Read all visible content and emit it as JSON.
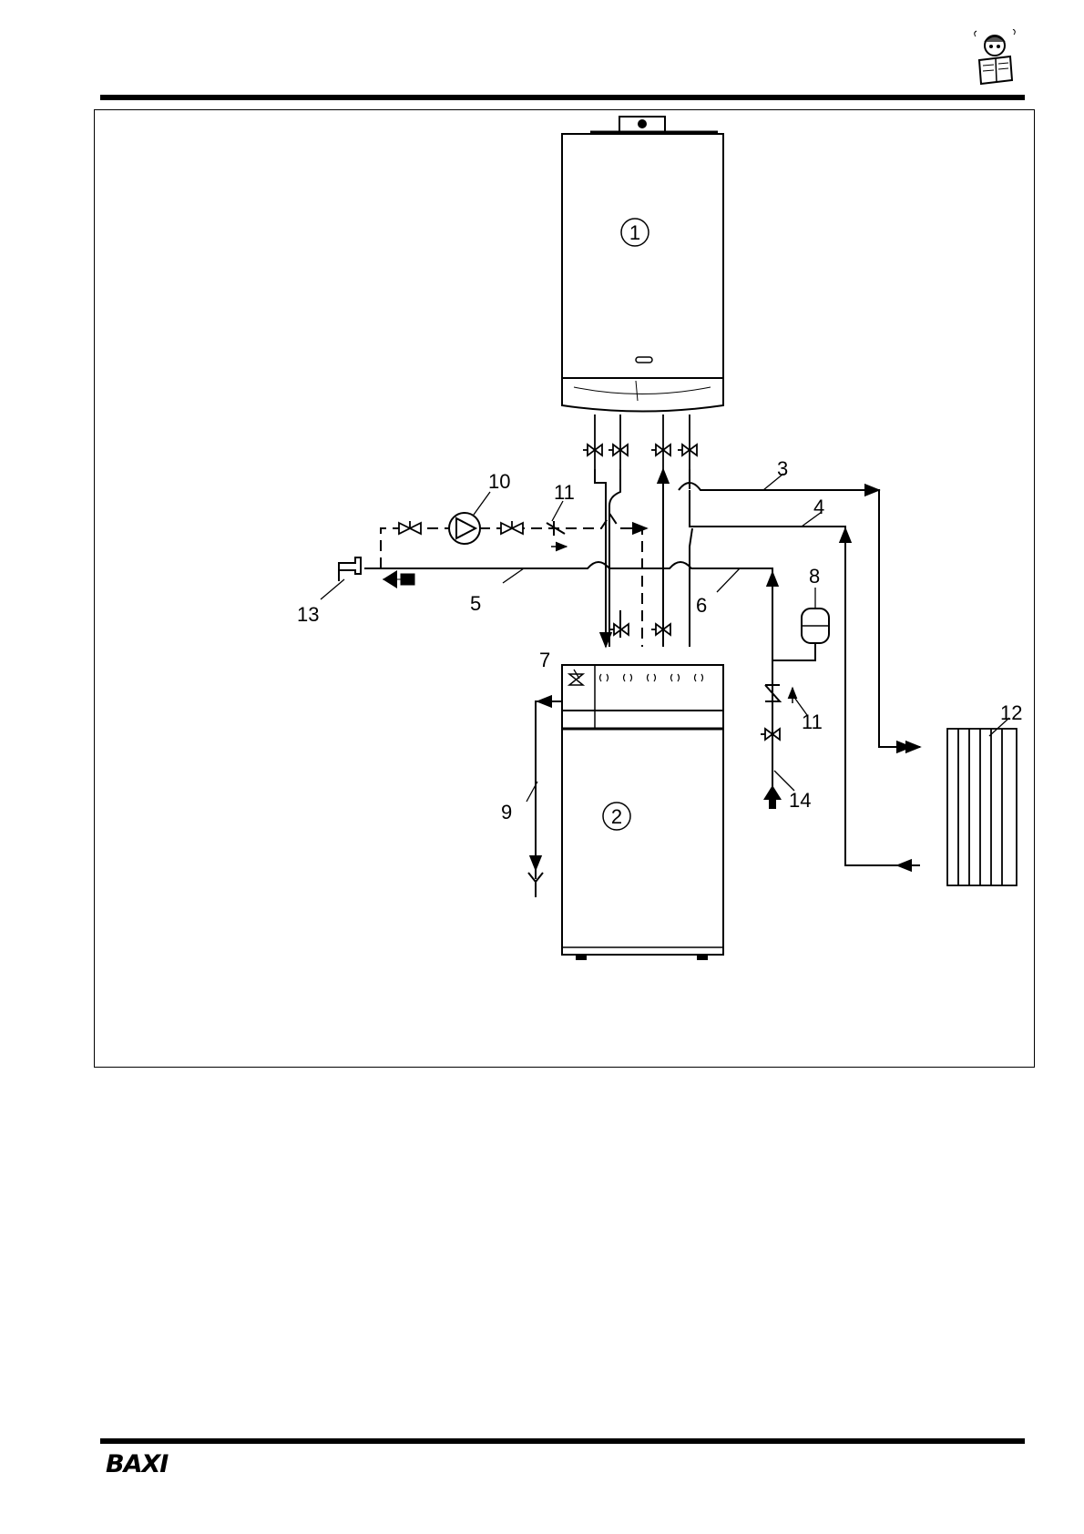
{
  "header": {
    "mascot_icon": "reading-man-icon"
  },
  "diagram": {
    "components": [
      {
        "id": "wall-boiler",
        "label": "1"
      },
      {
        "id": "cylinder-unit",
        "label": "2"
      }
    ],
    "callouts": [
      {
        "id": "flow-3",
        "label": "3"
      },
      {
        "id": "return-4",
        "label": "4"
      },
      {
        "id": "hot-water-5",
        "label": "5"
      },
      {
        "id": "cold-water-6",
        "label": "6"
      },
      {
        "id": "relief-valve-7",
        "label": "7"
      },
      {
        "id": "expansion-vessel-8",
        "label": "8"
      },
      {
        "id": "drain-9",
        "label": "9"
      },
      {
        "id": "pump-10",
        "label": "10"
      },
      {
        "id": "check-valve-11a",
        "label": "11"
      },
      {
        "id": "check-valve-11b",
        "label": "11"
      },
      {
        "id": "radiator-12",
        "label": "12"
      },
      {
        "id": "tap-13",
        "label": "13"
      },
      {
        "id": "mains-14",
        "label": "14"
      }
    ]
  },
  "footer": {
    "brand": "BAXI"
  }
}
